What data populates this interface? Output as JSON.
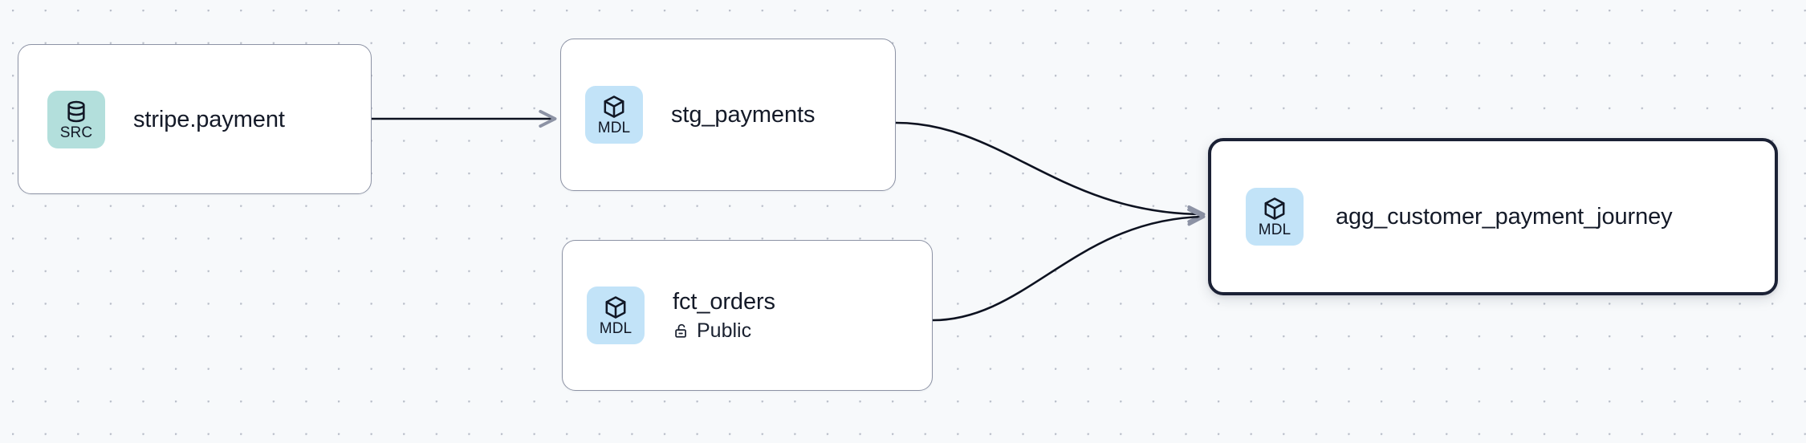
{
  "graph": {
    "background_color": "#f7f9fb",
    "grid_dot_color": "#b9bec9",
    "node_border_color": "#8d93a5",
    "selected_border_color": "#1b2135",
    "edge_color": "#0d1220",
    "src_badge_color": "#b3dfdc",
    "mdl_badge_color": "#c2e3f8",
    "nodes": [
      {
        "id": "stripe-payment",
        "title": "stripe.payment",
        "badge_label": "SRC",
        "badge_kind": "src",
        "badge_icon": "database-icon",
        "selected": false,
        "subtitle": null,
        "subtitle_icon": null
      },
      {
        "id": "stg-payments",
        "title": "stg_payments",
        "badge_label": "MDL",
        "badge_kind": "mdl",
        "badge_icon": "cube-icon",
        "selected": false,
        "subtitle": null,
        "subtitle_icon": null
      },
      {
        "id": "fct-orders",
        "title": "fct_orders",
        "badge_label": "MDL",
        "badge_kind": "mdl",
        "badge_icon": "cube-icon",
        "selected": false,
        "subtitle": "Public",
        "subtitle_icon": "unlock-icon"
      },
      {
        "id": "agg-journey",
        "title": "agg_customer_payment_journey",
        "badge_label": "MDL",
        "badge_kind": "mdl",
        "badge_icon": "cube-icon",
        "selected": true,
        "subtitle": null,
        "subtitle_icon": null
      }
    ],
    "edges": [
      {
        "id": "edge-stripe-to-stg",
        "from": "stripe-payment",
        "to": "stg-payments",
        "shape": "straight"
      },
      {
        "id": "edge-stg-to-agg",
        "from": "stg-payments",
        "to": "agg-journey",
        "shape": "bezier"
      },
      {
        "id": "edge-fct-to-agg",
        "from": "fct-orders",
        "to": "agg-journey",
        "shape": "bezier"
      }
    ]
  }
}
